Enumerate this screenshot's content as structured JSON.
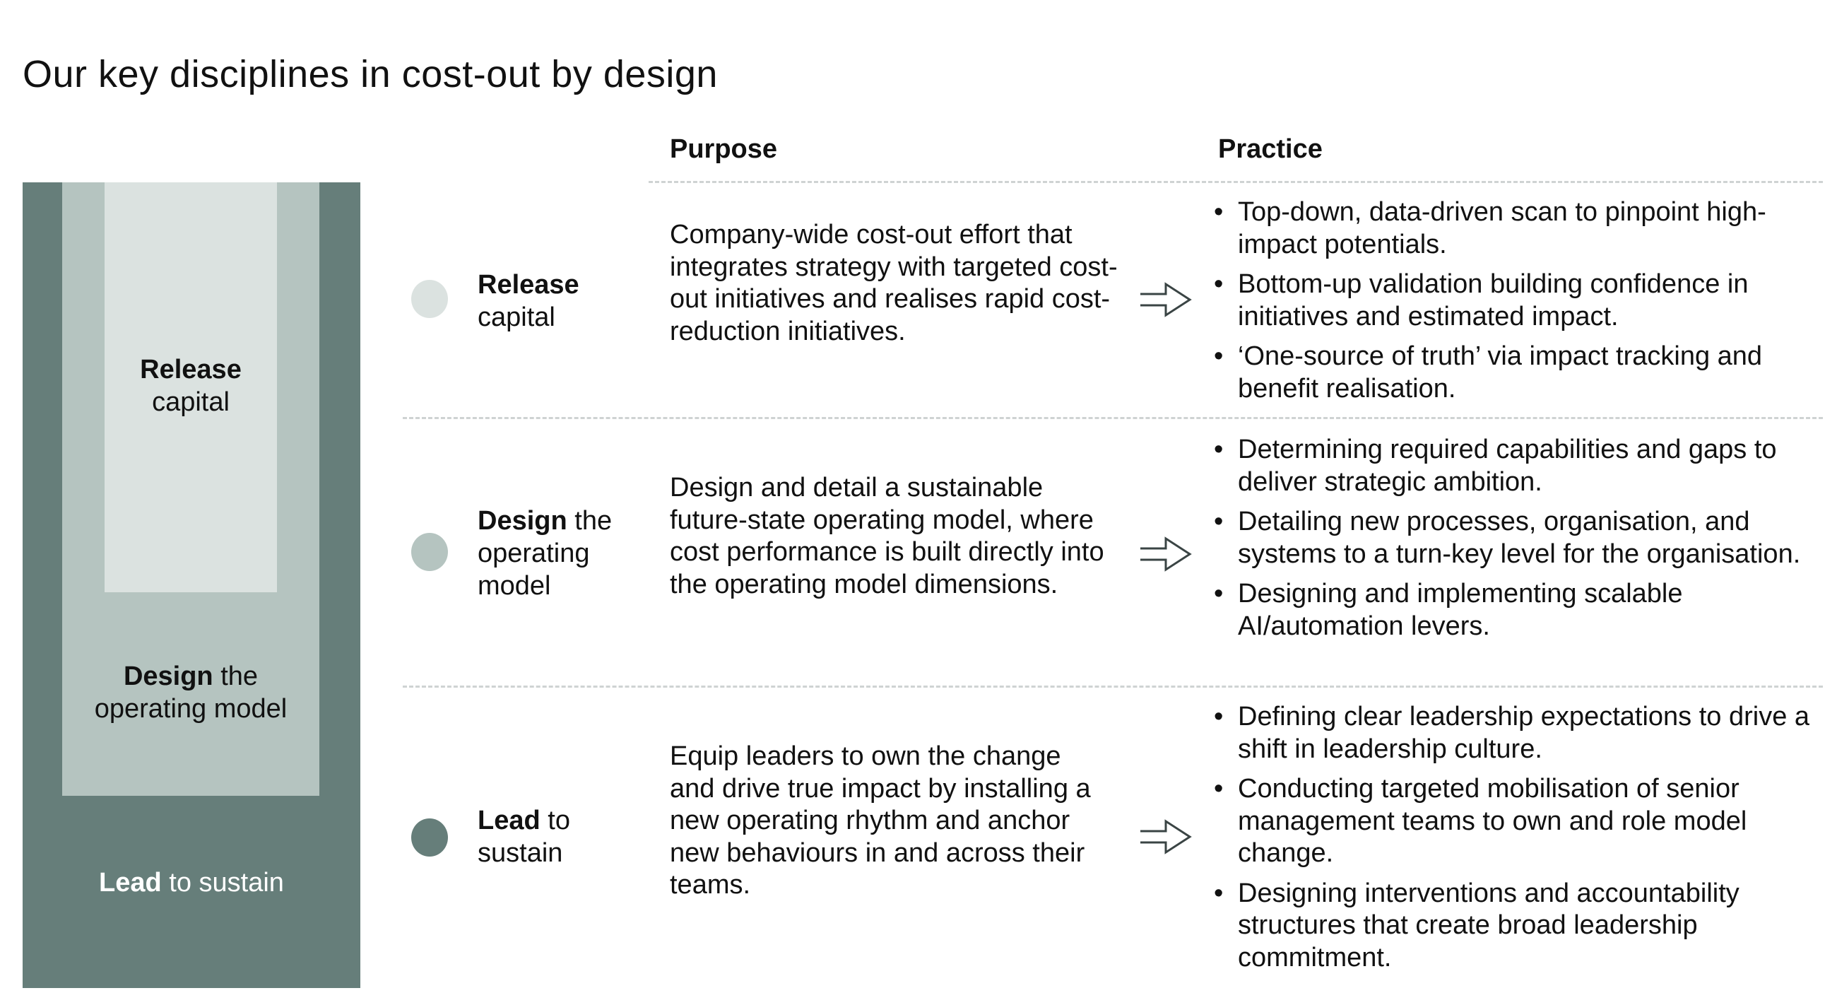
{
  "title": "Our key disciplines in cost-out by design",
  "colors": {
    "dark": "#667e7a",
    "mid": "#b5c4c0",
    "light": "#dbe2e0",
    "divider": "#cfd3d3",
    "text": "#111111"
  },
  "diagram": {
    "inner": {
      "bold": "Release",
      "rest": "capital"
    },
    "mid": {
      "bold": "Design",
      "rest_line1": " the",
      "rest_line2": "operating model"
    },
    "outer": {
      "bold": "Lead",
      "rest": " to sustain"
    }
  },
  "headers": {
    "purpose": "Purpose",
    "practice": "Practice"
  },
  "rows": [
    {
      "dot_color": "#dbe2e0",
      "title_bold": "Release",
      "title_rest": "capital",
      "purpose": "Company-wide cost-out effort that integrates strategy with targeted cost-out initiatives and realises rapid cost-reduction initiatives.",
      "arrow_icon": "double-arrow-right",
      "practice": [
        "Top-down, data-driven scan to pinpoint high-impact potentials.",
        "Bottom-up validation building confidence in initiatives and estimated impact.",
        "‘One-source of truth’ via impact tracking and benefit realisation."
      ]
    },
    {
      "dot_color": "#b5c4c0",
      "title_bold": "Design",
      "title_rest": " the operating model",
      "purpose": "Design and detail a sustainable future-state operating model, where cost performance is built directly into the operating model dimensions.",
      "arrow_icon": "double-arrow-right",
      "practice": [
        "Determining required capabilities and gaps to deliver strategic ambition.",
        "Detailing new processes, organisation, and systems to a turn-key level for the organisation.",
        "Designing and implementing scalable AI/automation levers."
      ]
    },
    {
      "dot_color": "#667e7a",
      "title_bold": "Lead",
      "title_rest": " to sustain",
      "purpose": "Equip leaders to own the change and drive true impact by installing a new operating rhythm and anchor new behaviours in and across their teams.",
      "arrow_icon": "double-arrow-right",
      "practice": [
        "Defining clear leadership expectations to drive a shift in leadership culture.",
        "Conducting targeted mobilisation of senior management teams to own and role model change.",
        "Designing interventions and accountability structures that create broad leadership commitment."
      ]
    }
  ]
}
